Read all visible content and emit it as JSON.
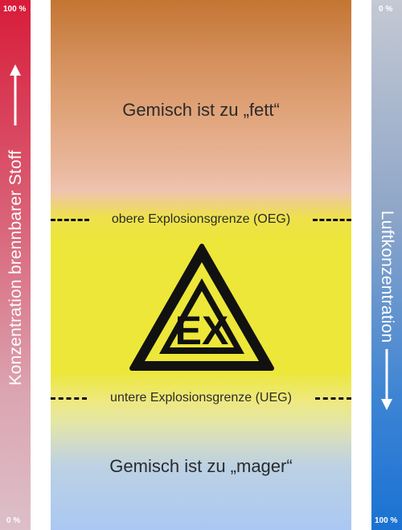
{
  "left_bar": {
    "top_label": "100 %",
    "bottom_label": "0 %",
    "title": "Konzentration brennbarer Stoff",
    "arrow": "arrow-up-icon"
  },
  "right_bar": {
    "top_label": "0 %",
    "bottom_label": "100 %",
    "title": "Luftkonzentration",
    "arrow": "arrow-down-icon"
  },
  "zones": {
    "rich": "Gemisch ist zu „fett“",
    "lean": "Gemisch ist zu „mager“"
  },
  "limits": {
    "upper": "obere Explosionsgrenze (OEG)",
    "lower": "untere Explosionsgrenze (UEG)"
  },
  "warning_sign": {
    "text": "EX",
    "icon": "explosion-warning-triangle-icon"
  },
  "colors": {
    "left_bar_top": "#d81c3a",
    "right_bar_bottom": "#1a72d3",
    "rich_zone": "#c47533",
    "explosive_zone": "#ece738",
    "lean_zone": "#aac8f3"
  }
}
